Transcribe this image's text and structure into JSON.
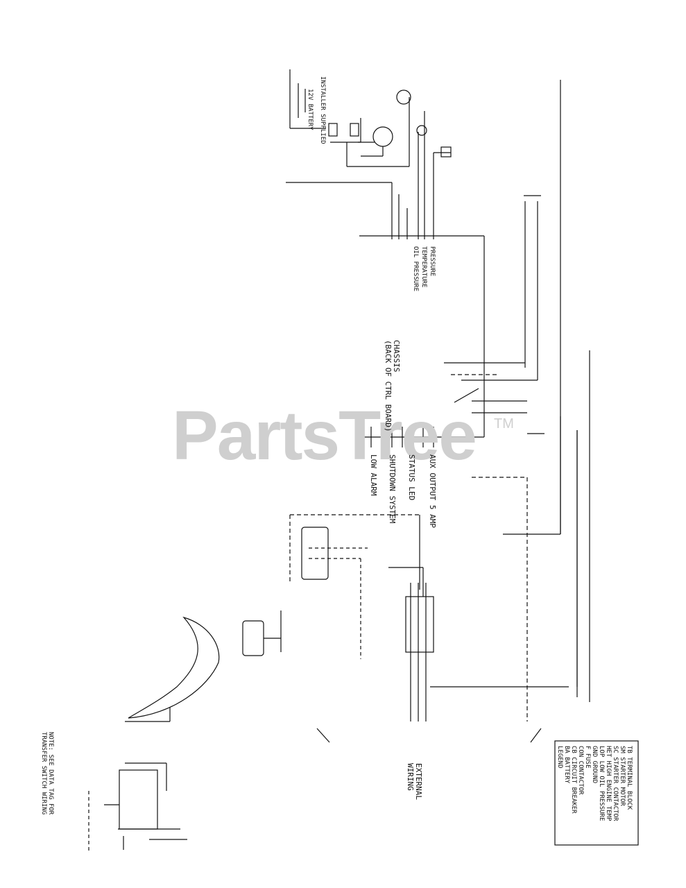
{
  "watermark": {
    "text": "PartsTree",
    "tm": "TM"
  },
  "labels": {
    "chassis": "CHASSIS",
    "back_of_ctrl_board": "(BACK OF CTRL BOARD)",
    "external_wiring": "EXTERNAL",
    "external_wiring_2": "WIRING",
    "battery": "12V BATTERY",
    "installer_supplied": "INSTALLER SUPPLIED",
    "low_alarm": "LOW ALARM",
    "lbl_shutdown": "SHUTDOWN SYSTEM",
    "lbl_status": "STATUS LED",
    "lbl_aux": "AUX OUTPUT 5 AMP",
    "rh_speed": "PRESSURE",
    "rh_temp": "TEMPERATURE",
    "rh_oil": "OIL PRESSURE",
    "legend_title": "LEGEND",
    "legend_lines": [
      "BA  BATTERY",
      "CB  CIRCUIT BREAKER",
      "CON CONTACTOR",
      "F   FUSE",
      "GND GROUND",
      "LOP LOW OIL PRESSURE",
      "HET HIGH ENGINE TEMP",
      "SC  STARTER CONTACTOR",
      "SM  STARTER MOTOR",
      "TB  TERMINAL BLOCK"
    ],
    "note_1": "NOTE: SEE DATA TAG FOR",
    "note_2": "TRANSFER SWITCH WIRING"
  },
  "colors": {
    "line": "#111111",
    "watermark": "#cfcfcf",
    "background": "#ffffff"
  }
}
